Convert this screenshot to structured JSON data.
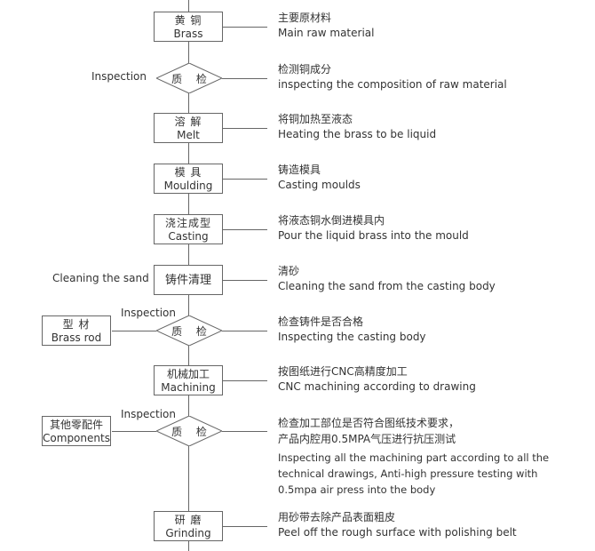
{
  "steps": [
    {
      "cn": "黄 铜",
      "en": "Brass",
      "desc_cn": "主要原材料",
      "desc_en": "Main raw material"
    },
    {
      "cn": "质 检",
      "desc_cn": "检测铜成分",
      "desc_en": "inspecting the composition of raw material",
      "left_label": "Inspection"
    },
    {
      "cn": "溶 解",
      "en": "Melt",
      "desc_cn": "将铜加热至液态",
      "desc_en": "Heating the brass to be liquid"
    },
    {
      "cn": "模 具",
      "en": "Moulding",
      "desc_cn": "铸造模具",
      "desc_en": "Casting moulds"
    },
    {
      "cn": "浇注成型",
      "en": "Casting",
      "desc_cn": "将液态铜水倒进模具内",
      "desc_en": "Pour the liquid brass into the mould"
    },
    {
      "cn": "铸件清理",
      "desc_cn": "清砂",
      "desc_en": "Cleaning the sand from the casting body",
      "left_label": "Cleaning the sand"
    },
    {
      "cn": "质 检",
      "desc_cn": "检查铸件是否合格",
      "desc_en": "Inspecting the casting body",
      "left_label": "Inspection",
      "side_cn": "型 材",
      "side_en": "Brass rod"
    },
    {
      "cn": "机械加工",
      "en": "Machining",
      "desc_cn": "按图纸进行CNC高精度加工",
      "desc_en": "CNC machining according to drawing"
    },
    {
      "cn": "质 检",
      "desc_cn": "检查加工部位是否符合图纸技术要求，",
      "desc_cn2": "产品内腔用0.5MPA气压进行抗压测试",
      "desc_en": "Inspecting all the machining part according to all the",
      "desc_en2": "technical drawings, Anti-high pressure testing with",
      "desc_en3": "0.5mpa air press into the body",
      "left_label": "Inspection",
      "side_cn": "其他零配件",
      "side_en": "Components"
    },
    {
      "cn": "研 磨",
      "en": "Grinding",
      "desc_cn": "用砂带去除产品表面粗皮",
      "desc_en": "Peel off the rough surface with polishing belt"
    }
  ]
}
